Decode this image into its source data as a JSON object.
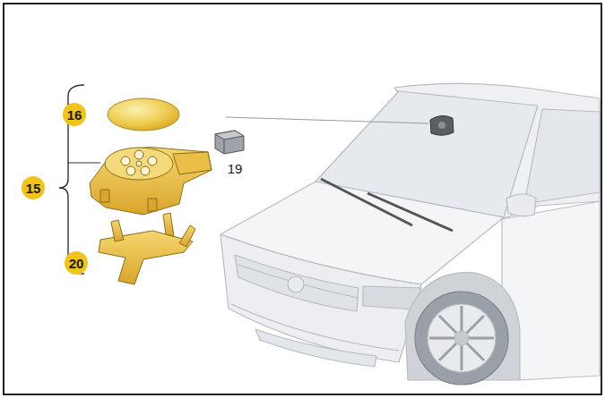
{
  "diagram": {
    "nodes": [
      {
        "text": [
          "16"
        ]
      },
      {
        "text": [
          "15"
        ]
      },
      {
        "text": [
          "20"
        ]
      }
    ],
    "labels": [
      "19"
    ]
  }
}
